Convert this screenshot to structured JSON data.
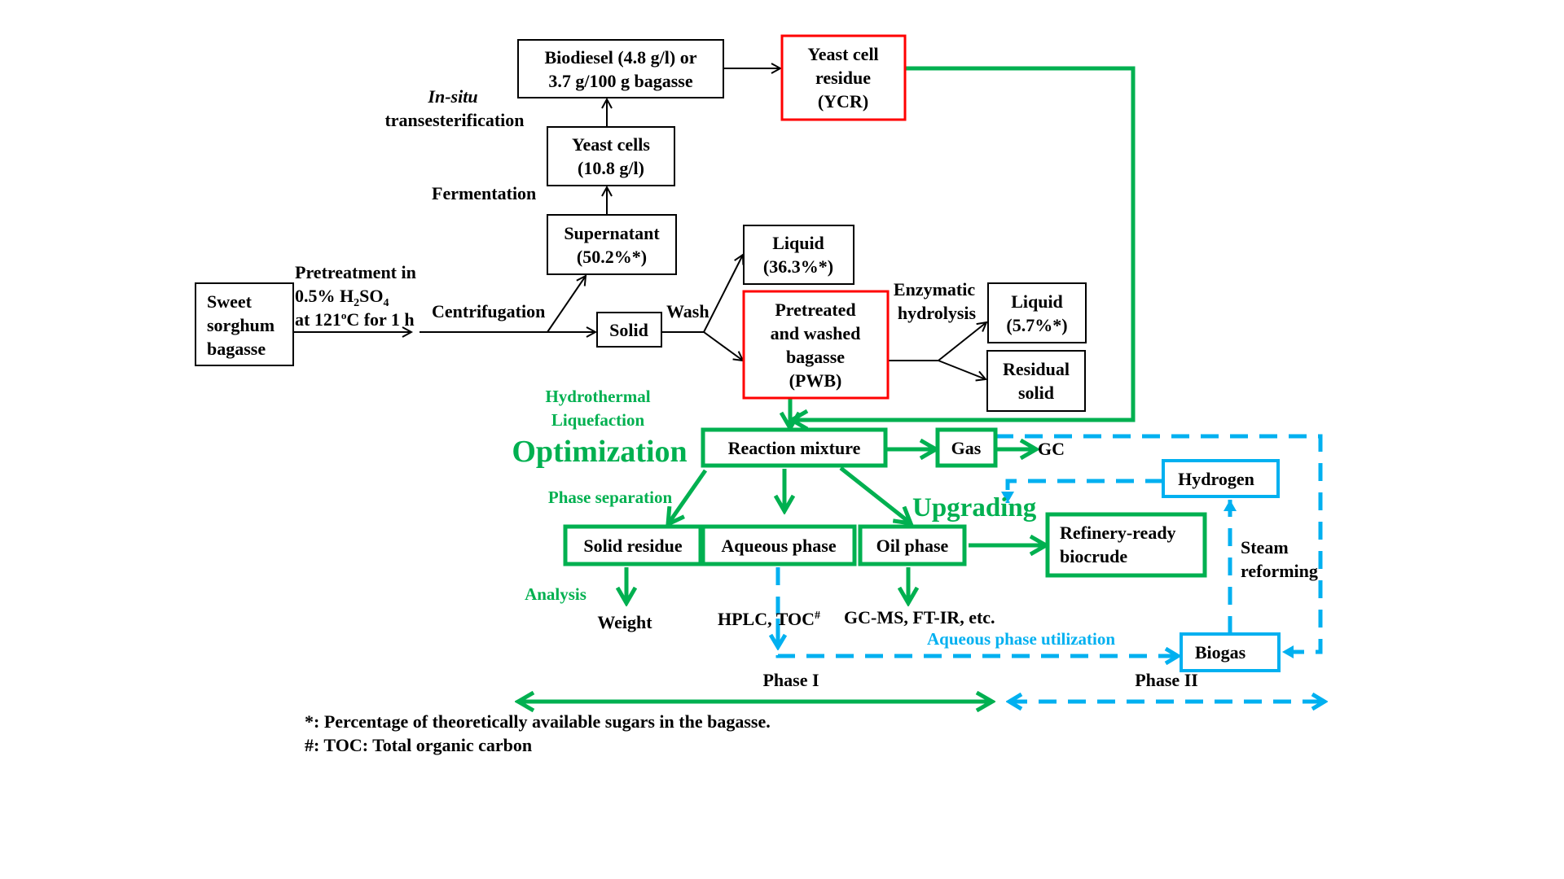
{
  "boxes": {
    "sweet_sorghum": [
      "Sweet",
      "sorghum",
      "bagasse"
    ],
    "biodiesel": [
      "Biodiesel (4.8 g/l) or",
      "3.7 g/100 g bagasse"
    ],
    "ycr": [
      "Yeast cell",
      "residue",
      "(YCR)"
    ],
    "yeast_cells": [
      "Yeast cells",
      "(10.8 g/l)"
    ],
    "supernatant": [
      "Supernatant",
      "(50.2%*)"
    ],
    "solid": "Solid",
    "liquid_1": [
      "Liquid",
      "(36.3%*)"
    ],
    "pwb": [
      "Pretreated",
      "and washed",
      "bagasse",
      "(PWB)"
    ],
    "liquid_2": [
      "Liquid",
      "(5.7%*)"
    ],
    "residual_solid": [
      "Residual",
      "solid"
    ],
    "reaction_mixture": "Reaction mixture",
    "gas": "Gas",
    "solid_residue": "Solid residue",
    "aqueous_phase": "Aqueous phase",
    "oil_phase": "Oil phase",
    "refinery": [
      "Refinery-ready",
      "biocrude"
    ],
    "hydrogen": "Hydrogen",
    "biogas": "Biogas"
  },
  "labels": {
    "pretreatment": [
      "Pretreatment in",
      "0.5% H",
      "2",
      "SO",
      "4",
      "at 121",
      "o",
      "C for 1 h"
    ],
    "centrifugation": "Centrifugation",
    "wash": "Wash",
    "fermentation": "Fermentation",
    "in_situ": "In-situ",
    "transesterification": "transesterification",
    "enzymatic": [
      "Enzymatic",
      "hydrolysis"
    ],
    "htl": [
      "Hydrothermal",
      "Liquefaction"
    ],
    "optimization": "Optimization",
    "phase_separation": "Phase separation",
    "upgrading": "Upgrading",
    "analysis": "Analysis",
    "weight": "Weight",
    "hplc": "HPLC, TOC",
    "hplc_sup": "#",
    "gcms": "GC-MS, FT-IR, etc.",
    "gc": "GC",
    "aqueous_util": "Aqueous phase utilization",
    "steam": [
      "Steam",
      "reforming"
    ],
    "phase1": "Phase I",
    "phase2": "Phase II"
  },
  "footnotes": [
    "*: Percentage of theoretically available sugars in the bagasse.",
    "#: TOC: Total organic carbon"
  ],
  "colors": {
    "green": "#00b050",
    "blue": "#00b0f0",
    "red": "#ff0000"
  }
}
